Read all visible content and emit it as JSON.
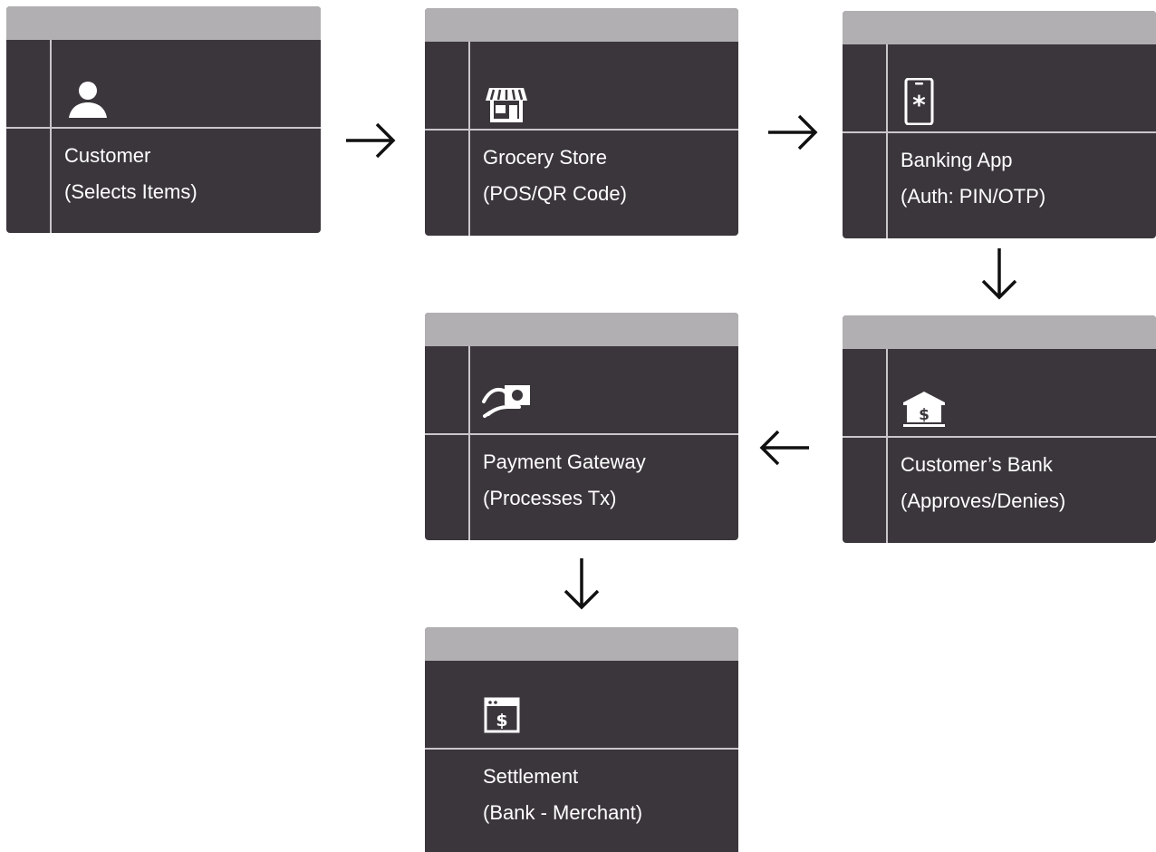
{
  "colors": {
    "card_body": "#3b363c",
    "card_tab": "#b1afb1",
    "divider": "#c9c6c9",
    "text": "#ffffff",
    "arrow": "#111111"
  },
  "nodes": [
    {
      "id": "customer",
      "title": "Customer",
      "subtitle": "(Selects Items)",
      "icon": "person-icon"
    },
    {
      "id": "grocery-store",
      "title": "Grocery Store",
      "subtitle": "(POS/QR Code)",
      "icon": "store-icon"
    },
    {
      "id": "banking-app",
      "title": "Banking App",
      "subtitle": "(Auth: PIN/OTP)",
      "icon": "phone-asterisk-icon"
    },
    {
      "id": "customers-bank",
      "title": "Customer’s Bank",
      "subtitle": "(Approves/Denies)",
      "icon": "bank-icon"
    },
    {
      "id": "payment-gateway",
      "title": "Payment Gateway",
      "subtitle": "(Processes Tx)",
      "icon": "hand-cash-icon"
    },
    {
      "id": "settlement",
      "title": "Settlement",
      "subtitle": "(Bank - Merchant)",
      "icon": "browser-dollar-icon"
    }
  ],
  "edges": [
    {
      "from": "customer",
      "to": "grocery-store",
      "direction": "right"
    },
    {
      "from": "grocery-store",
      "to": "banking-app",
      "direction": "right"
    },
    {
      "from": "banking-app",
      "to": "customers-bank",
      "direction": "down"
    },
    {
      "from": "customers-bank",
      "to": "payment-gateway",
      "direction": "left"
    },
    {
      "from": "payment-gateway",
      "to": "settlement",
      "direction": "down"
    }
  ]
}
